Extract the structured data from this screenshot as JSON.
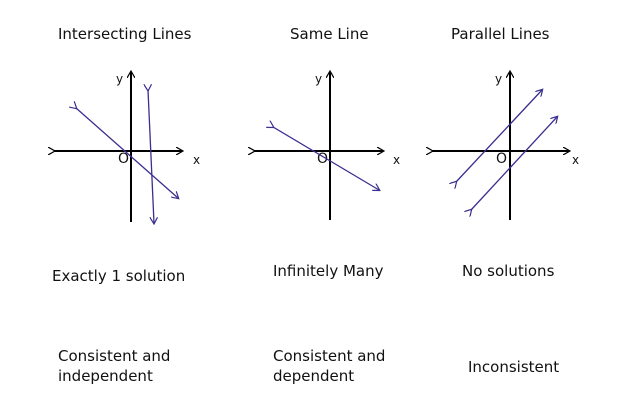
{
  "panels": [
    {
      "title": "Intersecting Lines",
      "solutions": "Exactly 1 solution",
      "classification": [
        "Consistent and",
        "independent"
      ],
      "axes": {
        "x": "x",
        "y": "y",
        "origin": "O"
      }
    },
    {
      "title": "Same Line",
      "solutions": "Infinitely Many",
      "classification": [
        "Consistent and",
        "dependent"
      ],
      "axes": {
        "x": "x",
        "y": "y",
        "origin": "O"
      }
    },
    {
      "title": "Parallel Lines",
      "solutions": "No solutions",
      "classification": [
        "Inconsistent"
      ],
      "axes": {
        "x": "x",
        "y": "y",
        "origin": "O"
      }
    }
  ],
  "colors": {
    "axis": "#000000",
    "line": "#3a2f8f"
  }
}
